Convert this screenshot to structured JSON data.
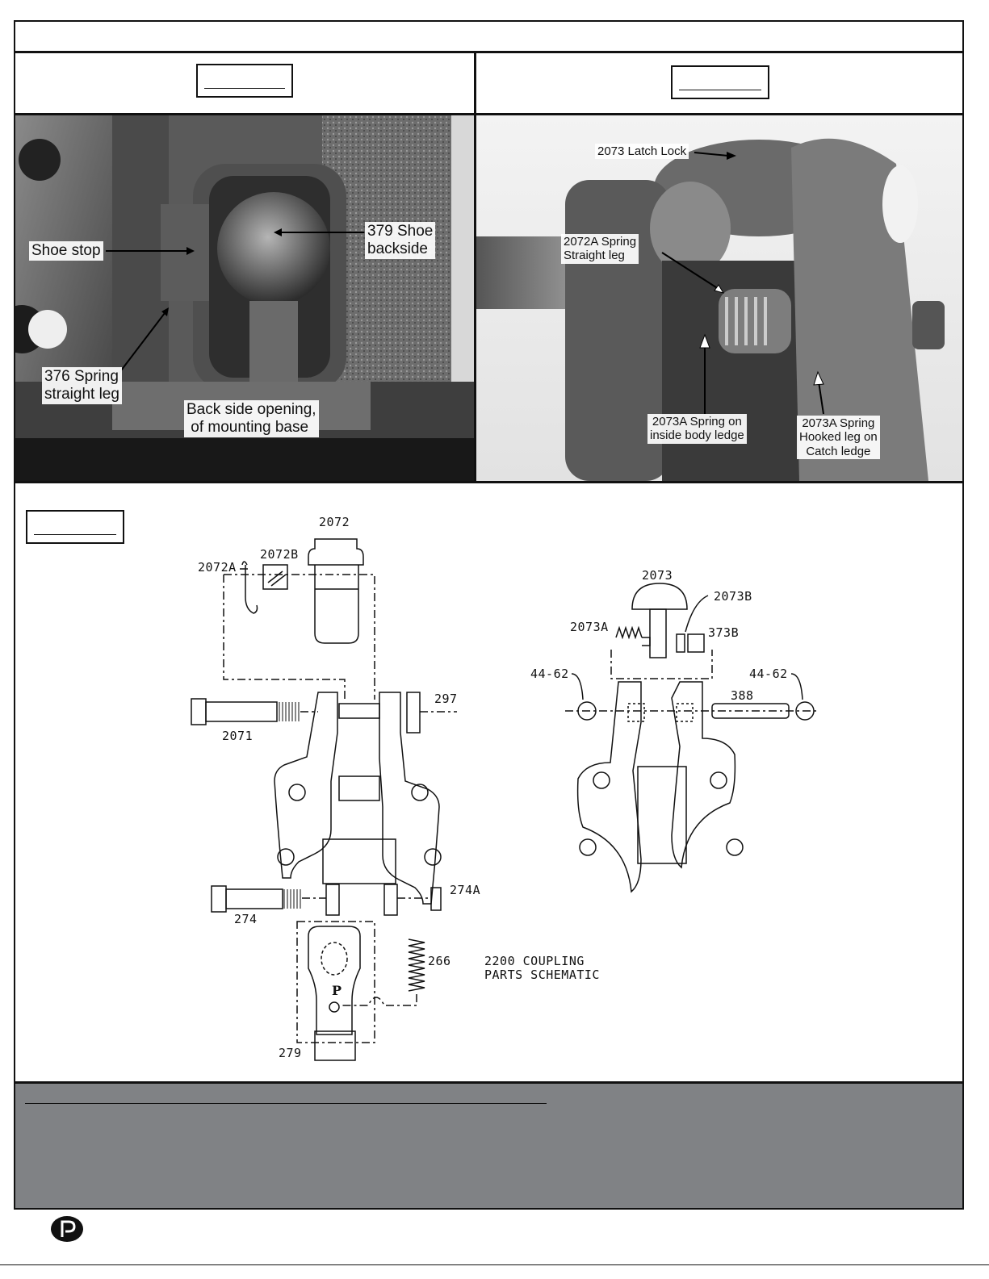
{
  "photo_left": {
    "callouts": {
      "shoe_stop": "Shoe stop",
      "shoe_backside": "379 Shoe\nbackside",
      "spring_straight_leg": "376 Spring\nstraight leg",
      "back_side_opening": "Back side opening,\n of mounting base"
    }
  },
  "photo_right": {
    "callouts": {
      "latch_lock": "2073 Latch Lock",
      "spring_2072a": "2072A Spring\nStraight leg",
      "spring_2073a_inside": "2073A Spring on\ninside body ledge",
      "spring_2073a_hooked": "2073A Spring\nHooked leg on\nCatch ledge"
    }
  },
  "schematic": {
    "labels": {
      "p2072": "2072",
      "p2072b": "2072B",
      "p2072a": "2072A",
      "p297": "297",
      "p2071": "2071",
      "p274a": "274A",
      "p274": "274",
      "p266": "266",
      "p279": "279",
      "p_mark": "P",
      "p2073": "2073",
      "p2073b": "2073B",
      "p2073a": "2073A",
      "p373b": "373B",
      "p44_62_left": "44-62",
      "p44_62_right": "44-62",
      "p388": "388"
    },
    "caption_line1": "2200 COUPLING",
    "caption_line2": "PARTS SCHEMATIC"
  },
  "colors": {
    "notes_panel": "#808285",
    "photo_dark": "#3a3a3a",
    "photo_mid": "#7a7a7a"
  },
  "footer": {
    "logo_icon": "brand-logo-icon"
  }
}
